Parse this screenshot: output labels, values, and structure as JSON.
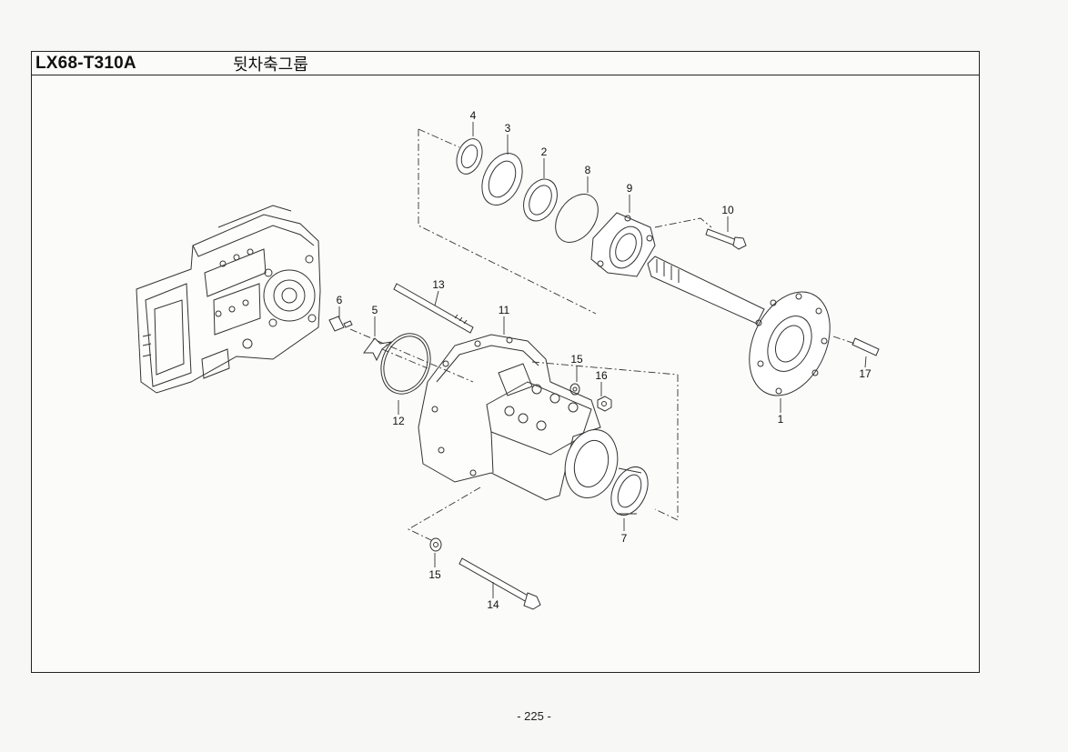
{
  "header": {
    "model_code": "LX68-T310A",
    "group_title": "뒷차축그룹"
  },
  "callouts": {
    "c1": "1",
    "c2": "2",
    "c3": "3",
    "c4": "4",
    "c5": "5",
    "c6": "6",
    "c7": "7",
    "c8": "8",
    "c9": "9",
    "c10": "10",
    "c11": "11",
    "c12": "12",
    "c13": "13",
    "c14": "14",
    "c15a": "15",
    "c15b": "15",
    "c16": "16",
    "c17": "17"
  },
  "footer": {
    "page_number": "- 225 -"
  }
}
